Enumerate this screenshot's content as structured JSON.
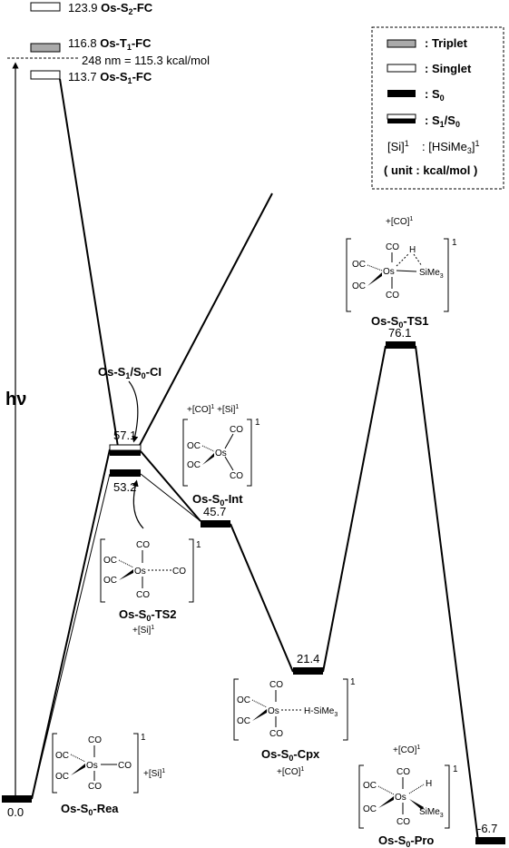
{
  "frontier": {
    "s2": {
      "energy": "123.9",
      "name": "Os-S",
      "sub": "2",
      "suffix": "-FC"
    },
    "t1": {
      "energy": "116.8",
      "name": "Os-T",
      "sub": "1",
      "suffix": "-FC"
    },
    "s1": {
      "energy": "113.7",
      "name": "Os-S",
      "sub": "1",
      "suffix": "-FC"
    },
    "excitation": "248 nm = 115.3 kcal/mol",
    "hv": "hν"
  },
  "legend": {
    "triplet": ":   Triplet",
    "singlet": ":   Singlet",
    "s0": ":   S",
    "s0_sub": "0",
    "s1s0": ":   S",
    "s1s0_sub1": "1",
    "s1s0_mid": "/S",
    "s1s0_sub0": "0",
    "si_left": "[Si]",
    "si_left_sup": "1",
    "si_right": ":  [HSiMe",
    "si_right_sub": "3",
    "si_right_end": "]",
    "si_right_sup": "1",
    "unit": "( unit : kcal/mol )"
  },
  "states": {
    "rea": {
      "energy": "0.0",
      "name_a": "Os-S",
      "sub": "0",
      "name_b": "-Rea",
      "extra": "+[Si]",
      "extra_sup": "1"
    },
    "ci": {
      "energy": "57.1",
      "name_a": "Os-S",
      "sub1": "1",
      "mid": "/S",
      "sub0": "0",
      "name_b": "-CI"
    },
    "ts2": {
      "energy": "53.2",
      "name_a": "Os-S",
      "sub": "0",
      "name_b": "-TS2",
      "extra": "+[Si]",
      "extra_sup": "1"
    },
    "int": {
      "energy": "45.7",
      "name_a": "Os-S",
      "sub": "0",
      "name_b": "-Int",
      "extra": "+[CO]",
      "extra_sup": "1",
      "extra2": "+[Si]",
      "extra2_sup": "1"
    },
    "cpx": {
      "energy": "21.4",
      "name_a": "Os-S",
      "sub": "0",
      "name_b": "-Cpx",
      "extra": "+[CO]",
      "extra_sup": "1"
    },
    "ts1": {
      "energy": "76.1",
      "name_a": "Os-S",
      "sub": "0",
      "name_b": "-TS1",
      "extra": "+[CO]",
      "extra_sup": "1"
    },
    "pro": {
      "energy": "-6.7",
      "name_a": "Os-S",
      "sub": "0",
      "name_b": "-Pro",
      "extra": "+[CO]",
      "extra_sup": "1"
    }
  },
  "molecule": {
    "os": "Os",
    "co": "CO",
    "oc": "OC",
    "charge": "1",
    "h": "H",
    "sime3": "SiMe",
    "sime3_sub": "3",
    "hsime3": "H-SiMe",
    "hsime3_sub": "3"
  }
}
